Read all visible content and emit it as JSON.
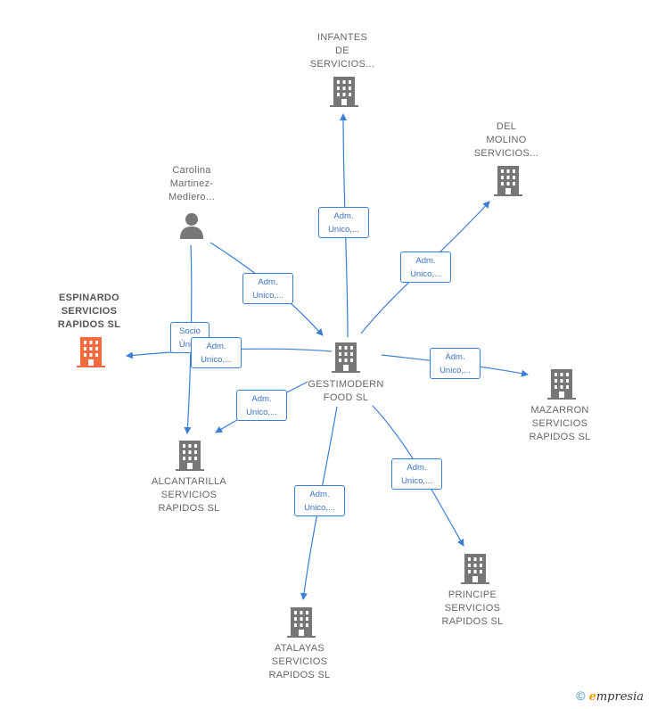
{
  "nodes": {
    "infantes": {
      "label": "INFANTES\nDE\nSERVICIOS..."
    },
    "del_molino": {
      "label": "DEL\nMOLINO\nSERVICIOS..."
    },
    "carolina": {
      "label": "Carolina\nMartinez-\nMediero..."
    },
    "espinardo": {
      "label": "ESPINARDO\nSERVICIOS\nRAPIDOS  SL"
    },
    "gestimodern": {
      "label": "GESTIMODERN\nFOOD  SL"
    },
    "mazarron": {
      "label": "MAZARRON\nSERVICIOS\nRAPIDOS  SL"
    },
    "alcantarilla": {
      "label": "ALCANTARILLA\nSERVICIOS\nRAPIDOS SL"
    },
    "principe": {
      "label": "PRINCIPE\nSERVICIOS\nRAPIDOS  SL"
    },
    "atalayas": {
      "label": "ATALAYAS\nSERVICIOS\nRAPIDOS  SL"
    }
  },
  "edges": {
    "e_infantes": "Adm.\nUnico,...",
    "e_molino": "Adm.\nUnico,...",
    "e_carolina_gest": "Adm.\nUnico,...",
    "e_socio": "Socio\nÚnico",
    "e_espinardo": "Adm.\nUnico,...",
    "e_mazarron": "Adm.\nUnico,...",
    "e_alcantarilla": "Adm.\nUnico,...",
    "e_principe": "Adm.\nUnico,...",
    "e_atalayas": "Adm.\nUnico,..."
  },
  "colors": {
    "edge": "#3a7fd6",
    "building": "#777777",
    "focus": "#f26a3d"
  },
  "footer": {
    "symbol": "©",
    "brand_e": "e",
    "brand_rest": "mpresia"
  }
}
